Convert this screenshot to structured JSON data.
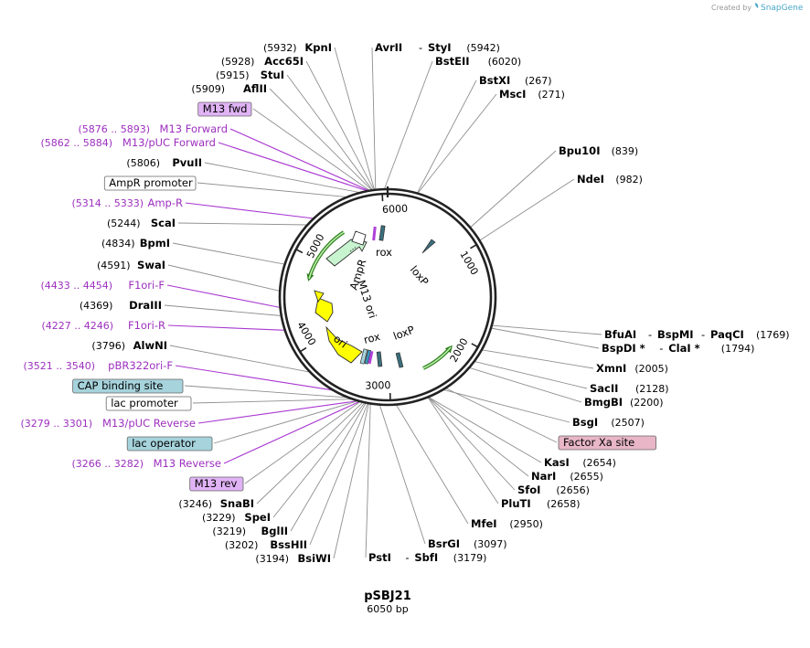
{
  "watermark": {
    "prefix": "Created by",
    "brand": "SnapGene"
  },
  "plasmid": {
    "name": "pSBJ21",
    "length_label": "6050 bp"
  },
  "ticks": [
    "1000",
    "2000",
    "3000",
    "4000",
    "5000",
    "6000"
  ],
  "features": [
    {
      "label": "rox"
    },
    {
      "label": "loxP"
    },
    {
      "label": "AmpR"
    },
    {
      "label": "ori"
    },
    {
      "label": "M13 ori"
    },
    {
      "label": "rox"
    },
    {
      "label": "loxP"
    }
  ],
  "right_labels": [
    {
      "names": [
        "AvrII",
        "StyI"
      ],
      "pos": "(5942)"
    },
    {
      "names": [
        "BstEII"
      ],
      "pos": "(6020)"
    },
    {
      "names": [
        "BstXI"
      ],
      "pos": "(267)"
    },
    {
      "names": [
        "MscI"
      ],
      "pos": "(271)"
    },
    {
      "names": [
        "Bpu10I"
      ],
      "pos": "(839)"
    },
    {
      "names": [
        "NdeI"
      ],
      "pos": "(982)"
    },
    {
      "names": [
        "BfuAI",
        "BspMI",
        "PaqCI"
      ],
      "pos": "(1769)"
    },
    {
      "names": [
        "BspDI *",
        "ClaI *"
      ],
      "pos": "(1794)"
    },
    {
      "names": [
        "XmnI"
      ],
      "pos": "(2005)"
    },
    {
      "names": [
        "SacII"
      ],
      "pos": "(2128)"
    },
    {
      "names": [
        "BmgBI"
      ],
      "pos": "(2200)"
    },
    {
      "names": [
        "BsgI"
      ],
      "pos": "(2507)"
    },
    {
      "box": "Factor Xa site"
    },
    {
      "names": [
        "KasI"
      ],
      "pos": "(2654)"
    },
    {
      "names": [
        "NarI"
      ],
      "pos": "(2655)"
    },
    {
      "names": [
        "SfoI"
      ],
      "pos": "(2656)"
    },
    {
      "names": [
        "PluTI"
      ],
      "pos": "(2658)"
    },
    {
      "names": [
        "MfeI"
      ],
      "pos": "(2950)"
    },
    {
      "names": [
        "BsrGI"
      ],
      "pos": "(3097)"
    },
    {
      "names": [
        "PstI",
        "SbfI"
      ],
      "pos": "(3179)"
    }
  ],
  "left_labels": [
    {
      "pos": "(5932)",
      "name": "KpnI"
    },
    {
      "pos": "(5928)",
      "name": "Acc65I"
    },
    {
      "pos": "(5915)",
      "name": "StuI"
    },
    {
      "pos": "(5909)",
      "name": "AflII"
    },
    {
      "box": "M13 fwd"
    },
    {
      "pos": "(5876 .. 5893)",
      "primer": "M13 Forward"
    },
    {
      "pos": "(5862 .. 5884)",
      "primer": "M13/pUC Forward"
    },
    {
      "pos": "(5806)",
      "name": "PvuII"
    },
    {
      "box": "AmpR promoter"
    },
    {
      "pos": "(5314 .. 5333)",
      "primer": "Amp-R"
    },
    {
      "pos": "(5244)",
      "name": "ScaI"
    },
    {
      "pos": "(4834)",
      "name": "BpmI"
    },
    {
      "pos": "(4591)",
      "name": "SwaI"
    },
    {
      "pos": "(4433 .. 4454)",
      "primer": "F1ori-F"
    },
    {
      "pos": "(4369)",
      "name": "DraIII"
    },
    {
      "pos": "(4227 .. 4246)",
      "primer": "F1ori-R"
    },
    {
      "pos": "(3796)",
      "name": "AlwNI"
    },
    {
      "pos": "(3521 .. 3540)",
      "primer": "pBR322ori-F"
    },
    {
      "box": "CAP binding site"
    },
    {
      "box": "lac promoter"
    },
    {
      "pos": "(3279 .. 3301)",
      "primer": "M13/pUC Reverse"
    },
    {
      "box": "lac operator"
    },
    {
      "pos": "(3266 .. 3282)",
      "primer": "M13 Reverse"
    },
    {
      "box": "M13 rev"
    },
    {
      "pos": "(3246)",
      "name": "SnaBI"
    },
    {
      "pos": "(3229)",
      "name": "SpeI"
    },
    {
      "pos": "(3219)",
      "name": "BglII"
    },
    {
      "pos": "(3202)",
      "name": "BssHII"
    },
    {
      "pos": "(3194)",
      "name": "BsiWI"
    }
  ],
  "colors": {
    "primer": "#9d2fbf",
    "ampr": "#c8f5d0",
    "ori": "#ffff00",
    "box_purple": "#e0b3f5",
    "box_teal": "#a6d3dc",
    "box_pink": "#e8b6c6",
    "brand": "#47a6c8"
  }
}
